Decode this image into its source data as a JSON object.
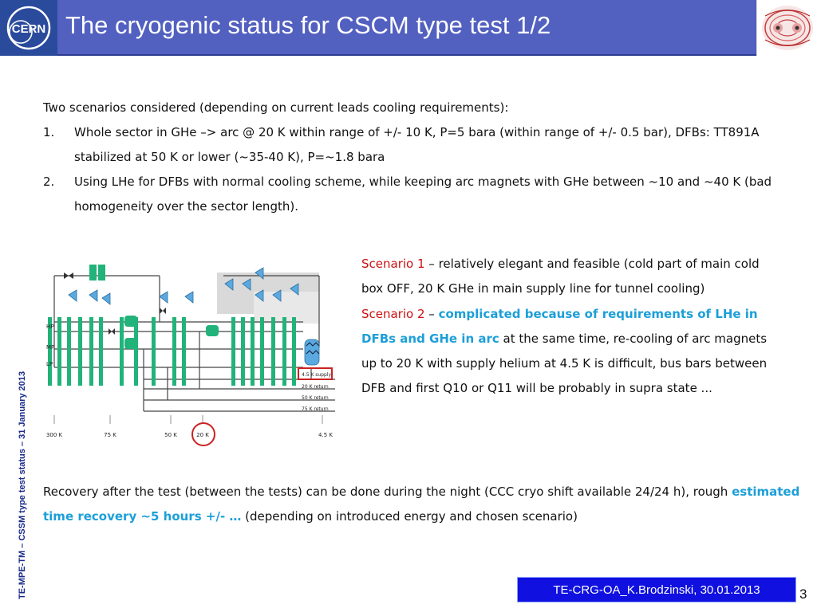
{
  "header": {
    "title": "The cryogenic status for CSCM type test 1/2",
    "logo_left_text": "CERN"
  },
  "side_label": "TE-MPE-TM – CSSM type test status – 31 January 2013",
  "intro": {
    "lead": "Two scenarios considered (depending on current leads cooling requirements):",
    "items": [
      {
        "num": "1.",
        "text": "Whole sector in GHe –> arc @ 20 K within range of +/- 10 K, P=5 bara (within range of +/- 0.5 bar), DFBs: TT891A stabilized at 50 K or lower (~35-40 K), P=~1.8 bara"
      },
      {
        "num": "2.",
        "text": "Using LHe for DFBs with normal cooling scheme, while keeping arc magnets with GHe between ~10 and ~40 K (bad homogeneity over the sector length)."
      }
    ]
  },
  "diagram": {
    "line_labels": [
      "HP",
      "MP",
      "LP"
    ],
    "return_labels": [
      "4.5 K supply",
      "20 K return",
      "50 K return",
      "75 K return"
    ],
    "temp_labels": [
      "300 K",
      "75 K",
      "50 K",
      "20 K",
      "4.5 K"
    ],
    "colors": {
      "green": "#21b37a",
      "blue": "#5aa9e0",
      "red": "#cc2222"
    }
  },
  "scenario1": {
    "label": "Scenario 1",
    "text": " – relatively elegant and feasible (cold part of main cold box OFF, 20 K GHe in main supply line for tunnel cooling)"
  },
  "scenario2": {
    "label": "Scenario 2",
    "dash": " – ",
    "highlight": "complicated because of requirements of LHe in DFBs and GHe in arc",
    "text": " at the same time, re-cooling of arc magnets up to 20 K with supply helium at 4.5 K is difficult, bus bars between DFB and first Q10 or Q11 will be probably in supra state ..."
  },
  "recovery": {
    "text1": "Recovery after the test (between the tests) can be done during the night (CCC cryo shift available 24/24 h), rough ",
    "highlight": "estimated time recovery ~5 hours +/- …",
    "text2": " (depending on introduced energy and chosen scenario)"
  },
  "footer": {
    "credit": "TE-CRG-OA_K.Brodzinski, 30.01.2013",
    "page_number": "3"
  },
  "colors": {
    "title_bar": "#5260c0",
    "footer_box": "#1010e0",
    "scenario_red": "#cc1111",
    "highlight_cyan": "#1c9fd8"
  }
}
